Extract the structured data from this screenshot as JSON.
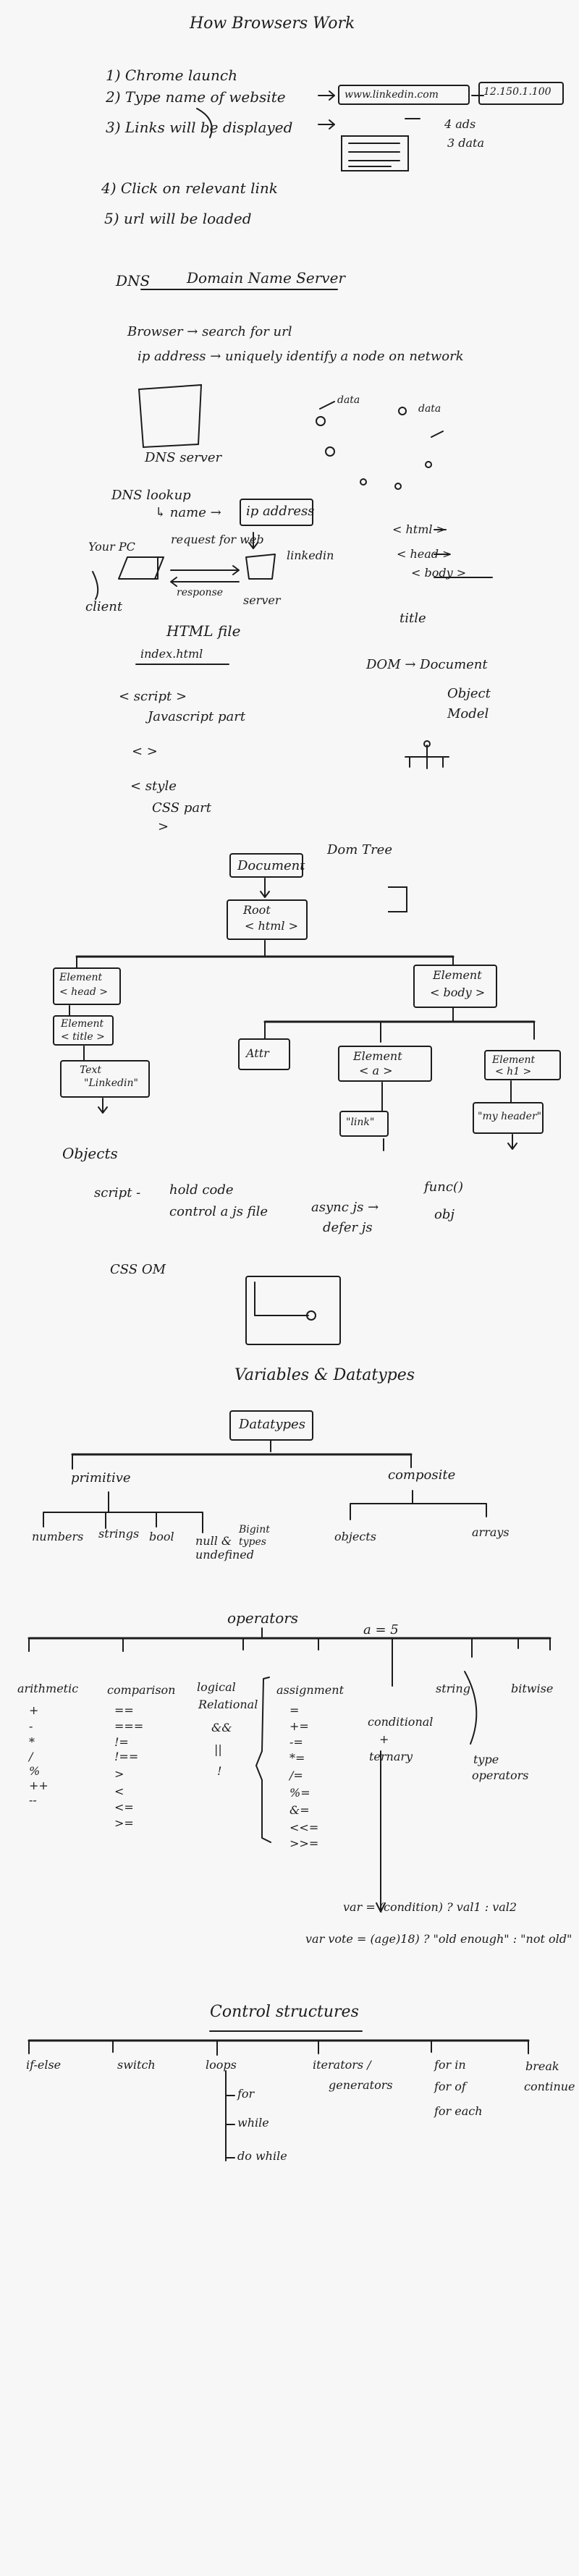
{
  "title": "How Browsers Work",
  "steps": [
    "1) Chrome launch",
    "2) Type name of website",
    "3) Links will be displayed",
    "4) Click on relevant link",
    "5) url will be loaded"
  ],
  "step_notes": {
    "url": "www.linkedin.com",
    "ip": "12.150.1.100",
    "count_a": "4 ads",
    "count_b": "3 data"
  },
  "dns": {
    "heading": "DNS",
    "full_form": "Domain Name Server",
    "line1": "Browser → search for url",
    "line2": "ip address → uniquely identify a node on network",
    "server_label": "DNS server",
    "dots_a": "data",
    "dots_b": "data",
    "lookup": "DNS lookup",
    "name_arrow": "↳ name →",
    "ip_box": "ip address",
    "your_pc": "Your PC",
    "request": "request for web",
    "response": "response",
    "linkedin": "linkedin",
    "client": "client",
    "server": "server"
  },
  "html_part": {
    "html_file": "HTML file",
    "index": "index.html",
    "script": "< script >",
    "js_part": "Javascript part",
    "angles": "<      >",
    "style": "< style",
    "css_part": "CSS part",
    "close": ">",
    "html_tag": "< html >",
    "head_tag": "< head >",
    "body_tag": "< body >",
    "title": "title",
    "dom": "DOM → Document",
    "object": "Object",
    "model": "Model"
  },
  "dom_tree": {
    "document": "Document",
    "dom_tree": "Dom Tree",
    "root": "Root",
    "root_tag": "< html >",
    "head_el": "Element",
    "head_tag": "< head >",
    "title_el": "Element",
    "title_tag": "< title >",
    "text_label": "Text",
    "text_value": "\"Linkedin\"",
    "body_el": "Element",
    "body_tag": "< body >",
    "attr": "Attr",
    "a_el": "Element",
    "a_tag": "< a >",
    "link_text": "\"link\"",
    "h1_el": "Element",
    "h1_tag": "< h1 >",
    "h1_text": "\"my header\""
  },
  "objects": {
    "heading": "Objects",
    "script": "script -",
    "hold": "hold code",
    "control": "control a js file",
    "async": "async js →",
    "defer": "defer js",
    "func": "func()",
    "obj": "obj",
    "cssom": "CSS OM"
  },
  "variables": {
    "heading": "Variables & Datatypes",
    "datatypes": "Datatypes",
    "primitive": "primitive",
    "composite": "composite",
    "numbers": "numbers",
    "strings": "strings",
    "bool": "bool",
    "null_undef": "null & undefined",
    "bigint": "Bigint types",
    "objects": "objects",
    "arrays": "arrays"
  },
  "operators": {
    "heading": "operators",
    "a5": "a = 5",
    "arith": "arithmetic",
    "arith_items": [
      "+",
      "-",
      "*",
      "/",
      "%",
      "++",
      "--"
    ],
    "comp": "comparison",
    "comp_items": [
      "==",
      "===",
      "!=",
      "!==",
      ">",
      "<",
      "<=",
      ">="
    ],
    "logical": "logical",
    "logical2": "Relational",
    "logical_items": [
      "&&",
      "||",
      "!"
    ],
    "assign": "assignment",
    "assign_items": [
      "=",
      "+=",
      "-=",
      "*=",
      "/=",
      "%=",
      "&=",
      "<<=",
      ">>="
    ],
    "cond": "conditional",
    "plus": "+",
    "ternary": "ternary",
    "string": "string",
    "typeof1": "type",
    "typeof2": "operators",
    "bitwise": "bitwise",
    "ex1": "var = (condition) ? val1 : val2",
    "ex2": "var vote = (age)18) ? \"old enough\" : \"not old\""
  },
  "control": {
    "heading": "Control structures",
    "ifelse": "if-else",
    "switch": "switch",
    "loops": "loops",
    "for": "for",
    "while": "while",
    "dowhile": "do while",
    "iterators": "iterators /",
    "generators": "generators",
    "forin": "for in",
    "forof": "for of",
    "foreach": "for each",
    "break": "break",
    "continue": "continue"
  }
}
